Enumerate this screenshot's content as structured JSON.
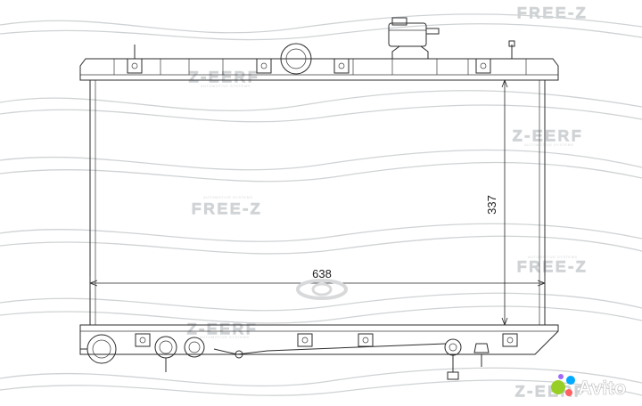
{
  "diagram": {
    "dimensions": {
      "width_label": "638",
      "height_label": "337"
    },
    "watermarks": {
      "brand": "FREE-Z",
      "brand_mirrored": "Z-EERF",
      "tagline": "AUTOMOTIVE SYSTEMS"
    },
    "badge": {
      "brand": "Avito",
      "colors": {
        "dot_green": "#97cf26",
        "dot_blue": "#00aaff",
        "dot_pink": "#ff6163",
        "dot_purple": "#a169f7",
        "text": "#ffffff"
      }
    },
    "colors": {
      "line": "#2b2b2b",
      "watermark": "#cfd2d4",
      "background": "#ffffff"
    }
  }
}
